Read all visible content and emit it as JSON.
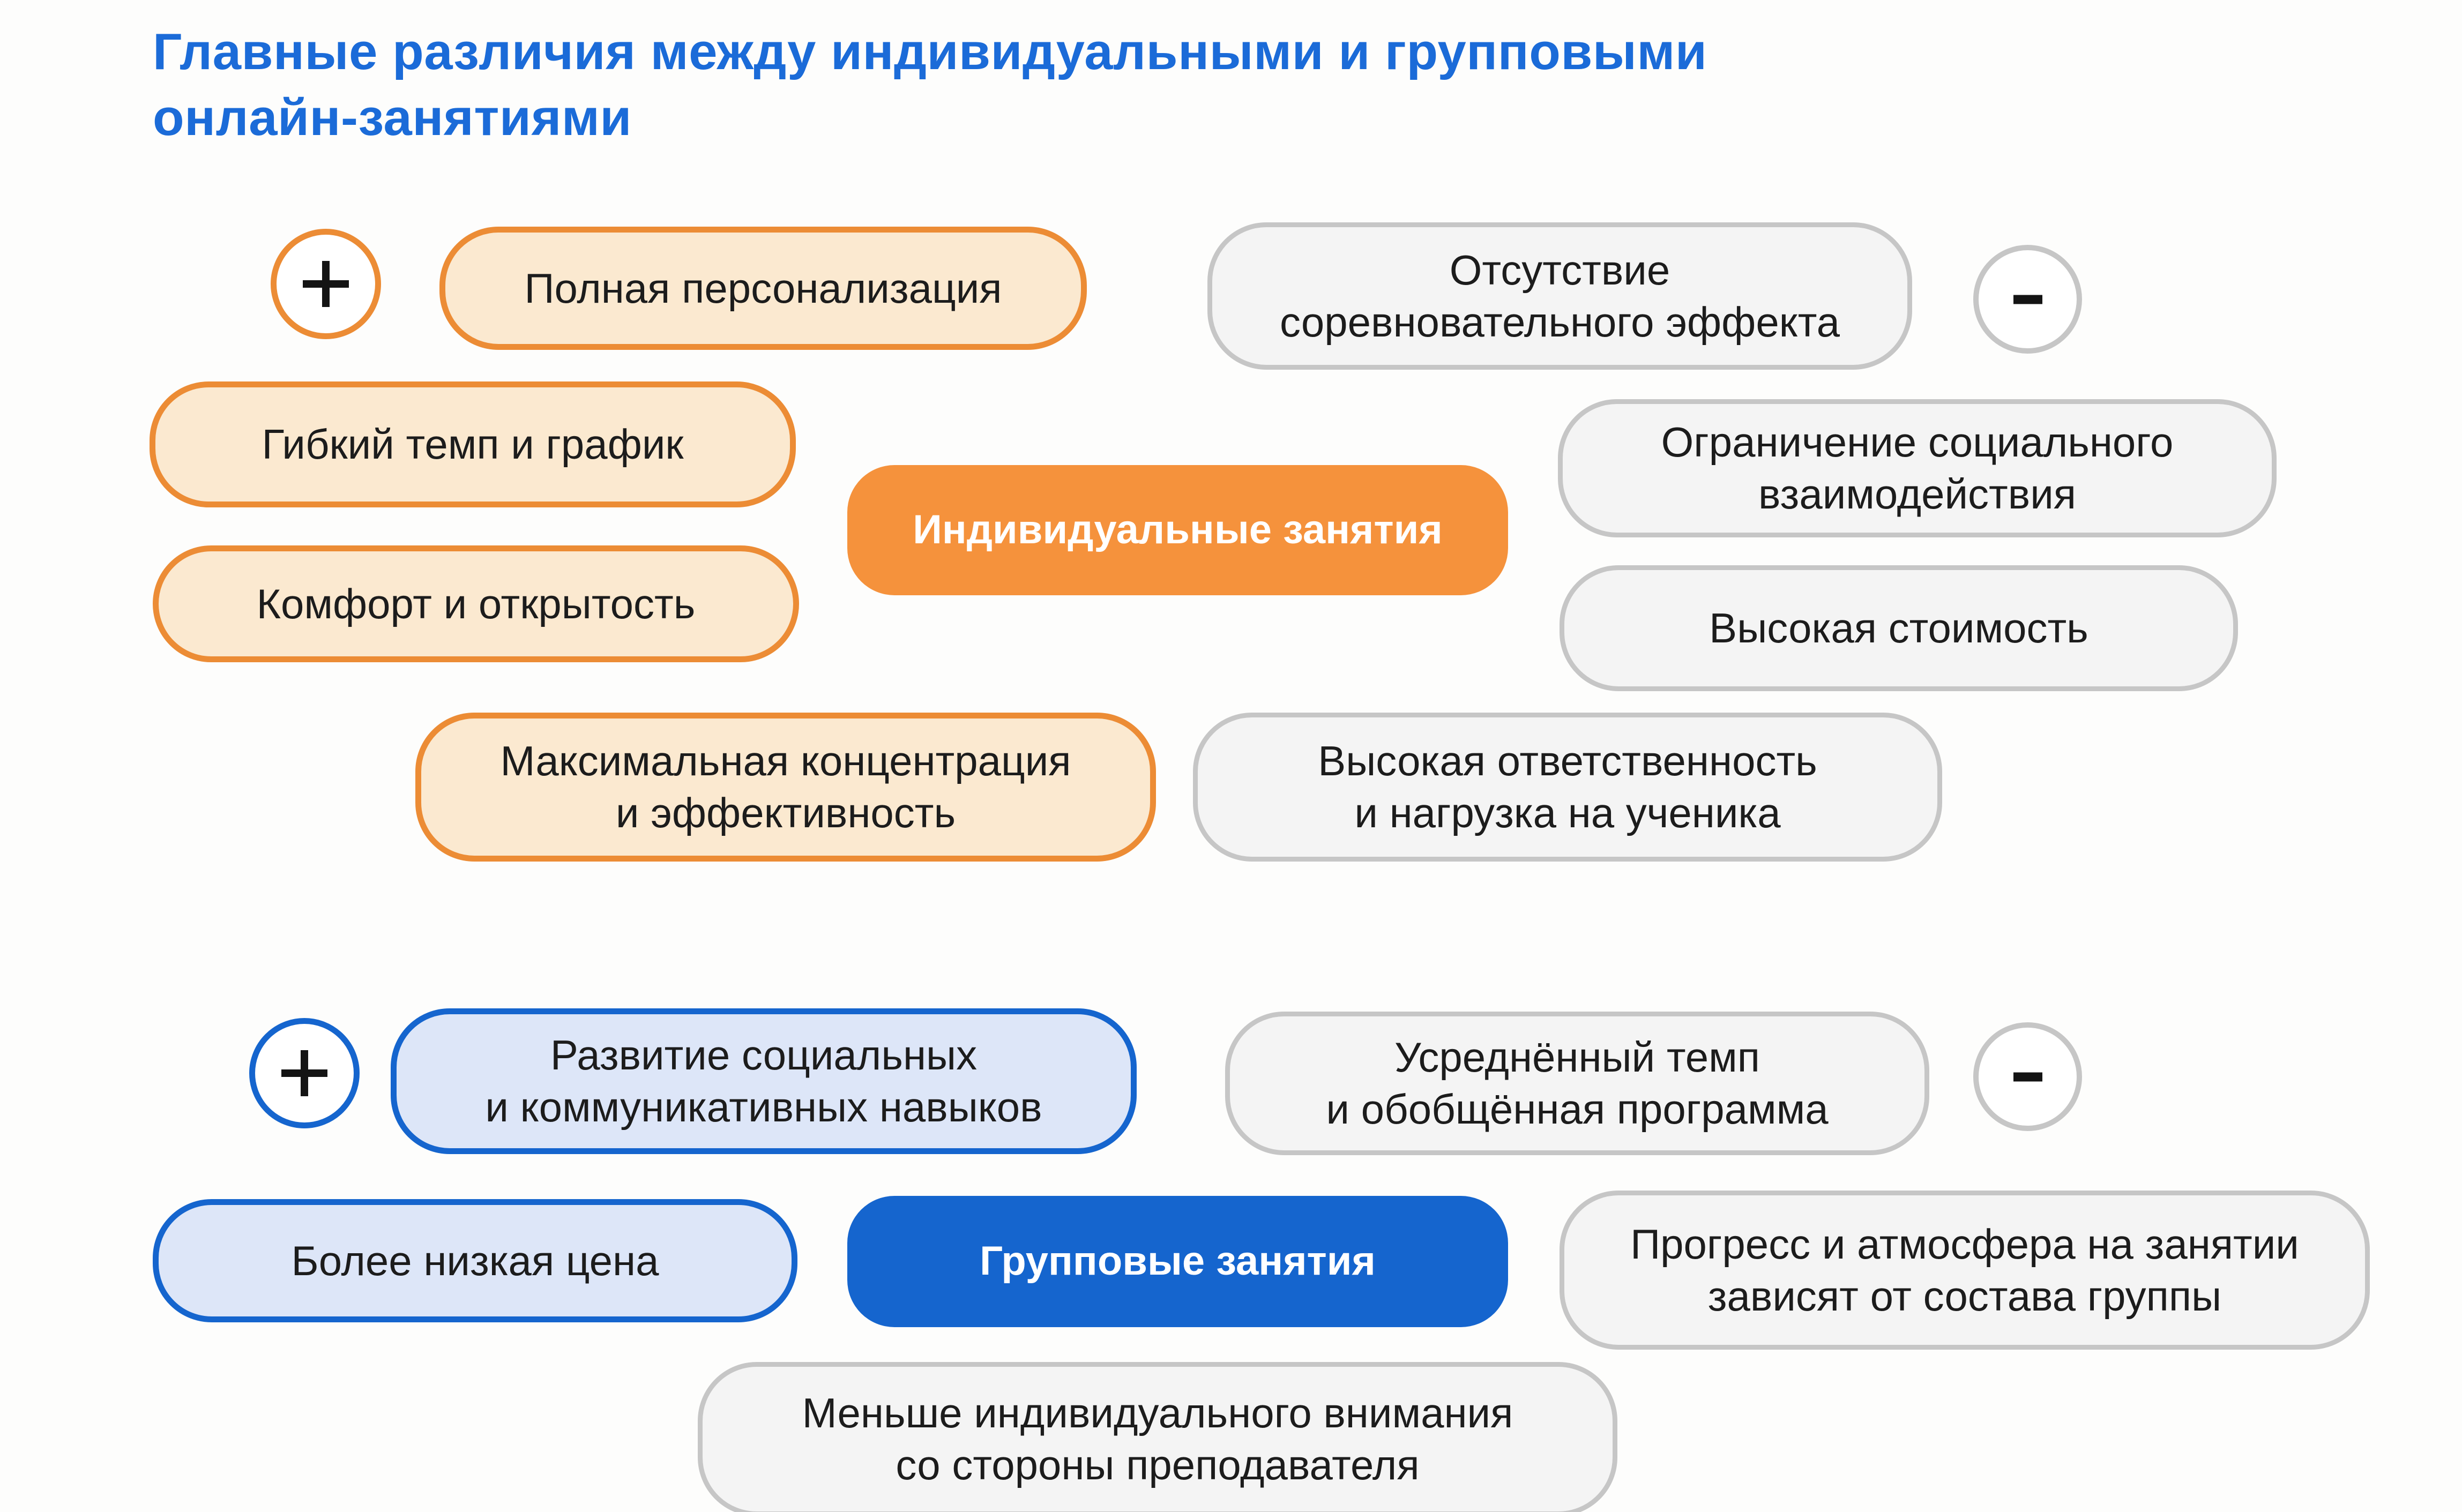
{
  "title": {
    "text": "Главные различия между индивидуальными и групповыми\nонлайн-занятиями"
  },
  "individual": {
    "center": "Индивидуальные занятия",
    "pros": [
      "Полная персонализация",
      "Гибкий темп и график",
      "Комфорт и открытость",
      "Максимальная концентрация\nи эффективность"
    ],
    "cons": [
      "Отсутствие\nсоревновательного эффекта",
      "Ограничение социального\nвзаимодействия",
      "Высокая стоимость",
      "Высокая ответственность\nи нагрузка на ученика"
    ]
  },
  "group": {
    "center": "Групповые занятия",
    "pros": [
      "Развитие социальных\nи коммуникативных навыков",
      "Более низкая цена"
    ],
    "cons": [
      "Усреднённый темп\nи обобщённая программа",
      "Прогресс и атмосфера на занятии\nзависят от состава группы",
      "Меньше индивидуального внимания\nсо стороны преподавателя"
    ]
  },
  "icons": {
    "pros_icon": "plus-icon",
    "cons_icon": "minus-icon"
  },
  "colors": {
    "background": "#FDFDFC",
    "title_blue": "#1B6BD8",
    "orange_border": "#EC8C35",
    "orange_fill": "#FBE9D0",
    "orange_solid": "#F5923C",
    "blue_border": "#1565CE",
    "blue_fill": "#DDE6F8",
    "blue_solid": "#1565CE",
    "gray_border": "#C6C6C6",
    "gray_fill": "#F4F4F4",
    "text_dark": "#1C1C1C",
    "text_light": "#FFFFFF"
  }
}
